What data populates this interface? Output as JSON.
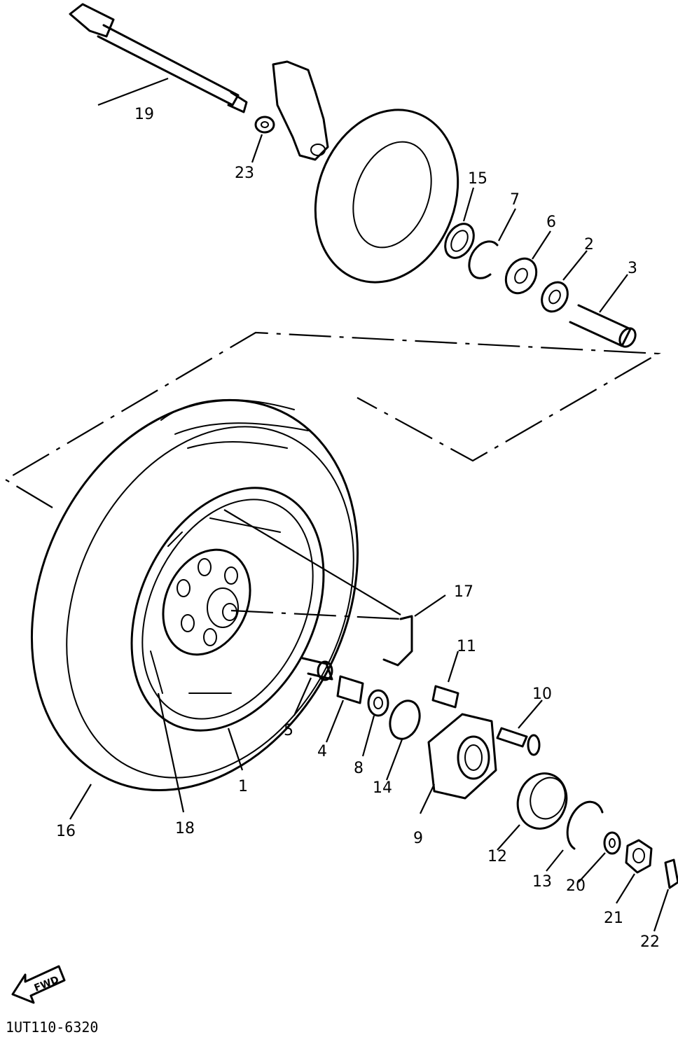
{
  "diagram": {
    "drawing_code": "1UT110-6320",
    "fwd_label": "FWD",
    "callouts": [
      {
        "id": "19",
        "part": "rear wheel axle"
      },
      {
        "id": "23",
        "part": "washer"
      },
      {
        "id": "15",
        "part": "oil seal"
      },
      {
        "id": "7",
        "part": "circlip"
      },
      {
        "id": "6",
        "part": "bearing"
      },
      {
        "id": "2",
        "part": "bearing"
      },
      {
        "id": "3",
        "part": "spacer"
      },
      {
        "id": "17",
        "part": "valve"
      },
      {
        "id": "11",
        "part": "collar"
      },
      {
        "id": "10",
        "part": "bolt"
      },
      {
        "id": "5",
        "part": "collar"
      },
      {
        "id": "4",
        "part": "spacer"
      },
      {
        "id": "8",
        "part": "bearing"
      },
      {
        "id": "14",
        "part": "o-ring"
      },
      {
        "id": "9",
        "part": "hub clutch"
      },
      {
        "id": "12",
        "part": "oil seal"
      },
      {
        "id": "13",
        "part": "circlip"
      },
      {
        "id": "20",
        "part": "washer"
      },
      {
        "id": "21",
        "part": "nut"
      },
      {
        "id": "22",
        "part": "cotter pin"
      },
      {
        "id": "1",
        "part": "cast wheel"
      },
      {
        "id": "16",
        "part": "tire"
      },
      {
        "id": "18",
        "part": "balance weight"
      }
    ]
  }
}
